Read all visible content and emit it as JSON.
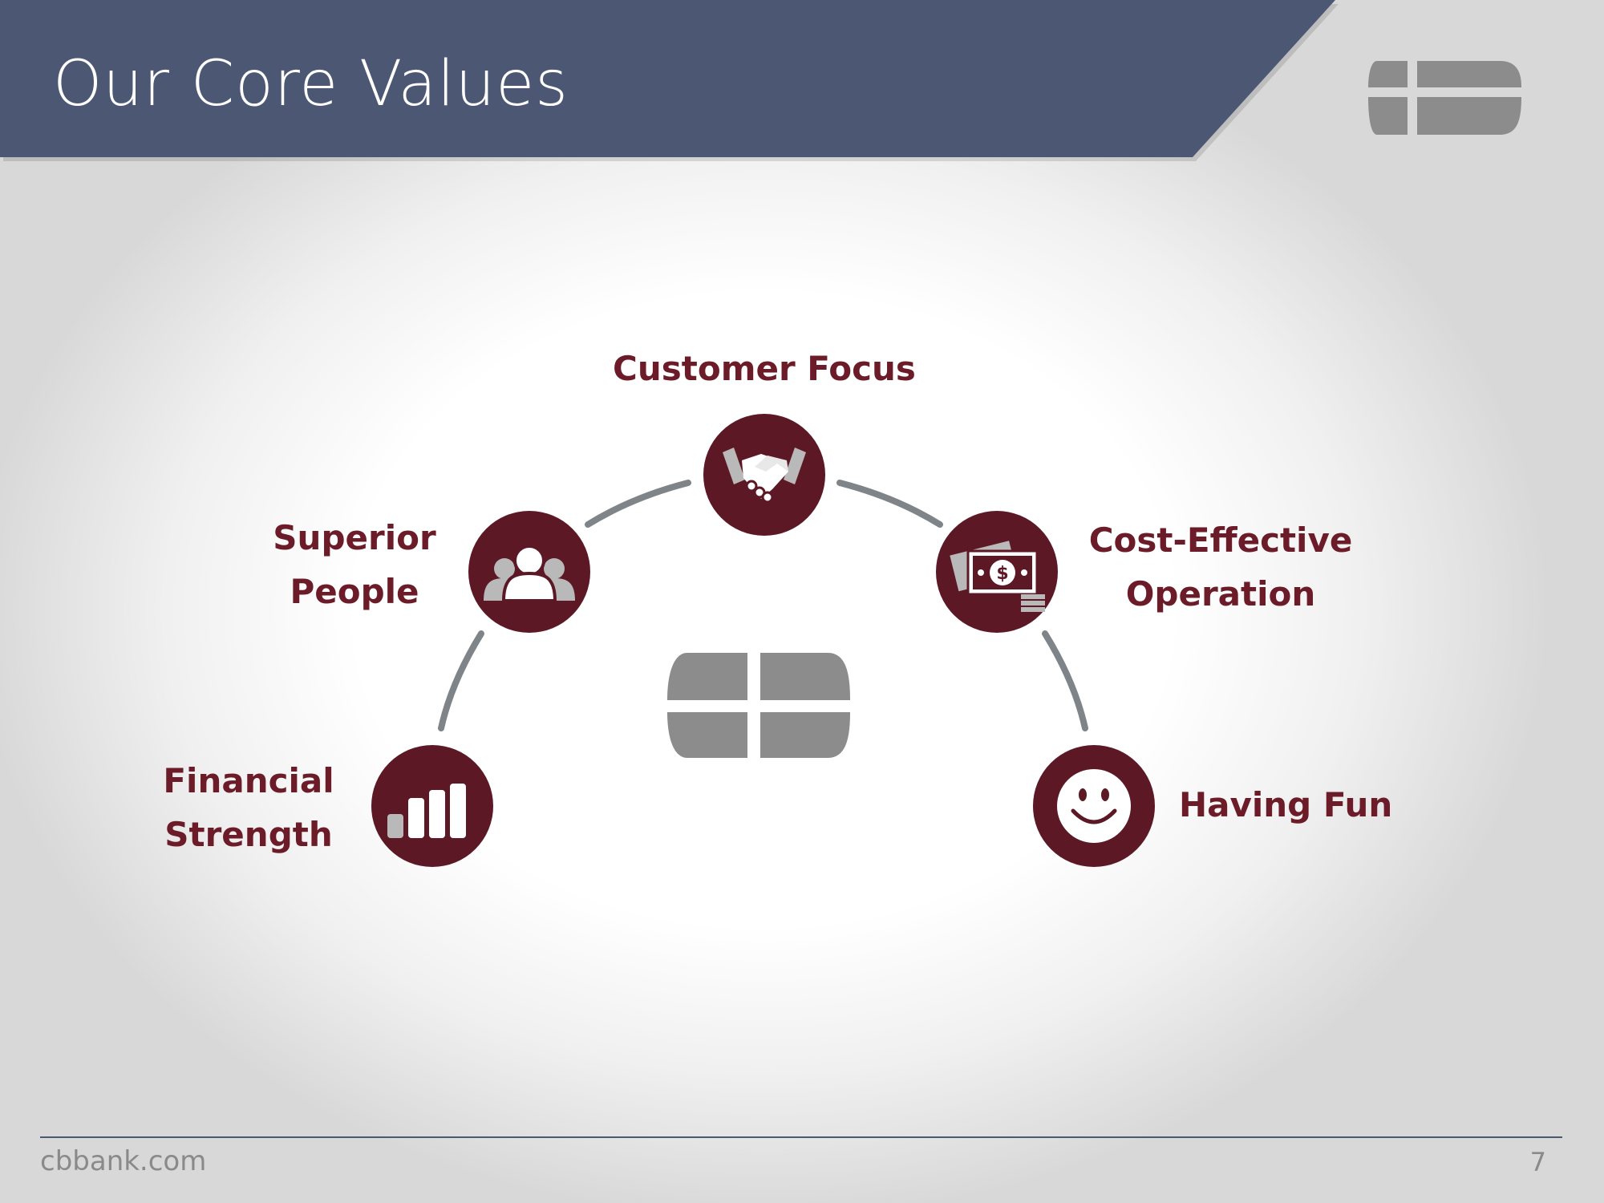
{
  "slide": {
    "title": "Our Core Values",
    "footer_url": "cbbank.com",
    "page_number": "7"
  },
  "colors": {
    "header": "#4c5773",
    "node": "#5c1824",
    "label": "#6b1c28",
    "connector": "#7f8489",
    "logo": "#8c8c8c"
  },
  "core_values": [
    {
      "id": "customer-focus",
      "lines": [
        "Customer Focus"
      ],
      "icon": "handshake-icon"
    },
    {
      "id": "superior-people",
      "lines": [
        "Superior",
        "People"
      ],
      "icon": "people-icon"
    },
    {
      "id": "cost-effective-operation",
      "lines": [
        "Cost-Effective",
        "Operation"
      ],
      "icon": "money-icon"
    },
    {
      "id": "financial-strength",
      "lines": [
        "Financial",
        "Strength"
      ],
      "icon": "bar-chart-icon"
    },
    {
      "id": "having-fun",
      "lines": [
        "Having Fun"
      ],
      "icon": "smiley-icon"
    }
  ]
}
